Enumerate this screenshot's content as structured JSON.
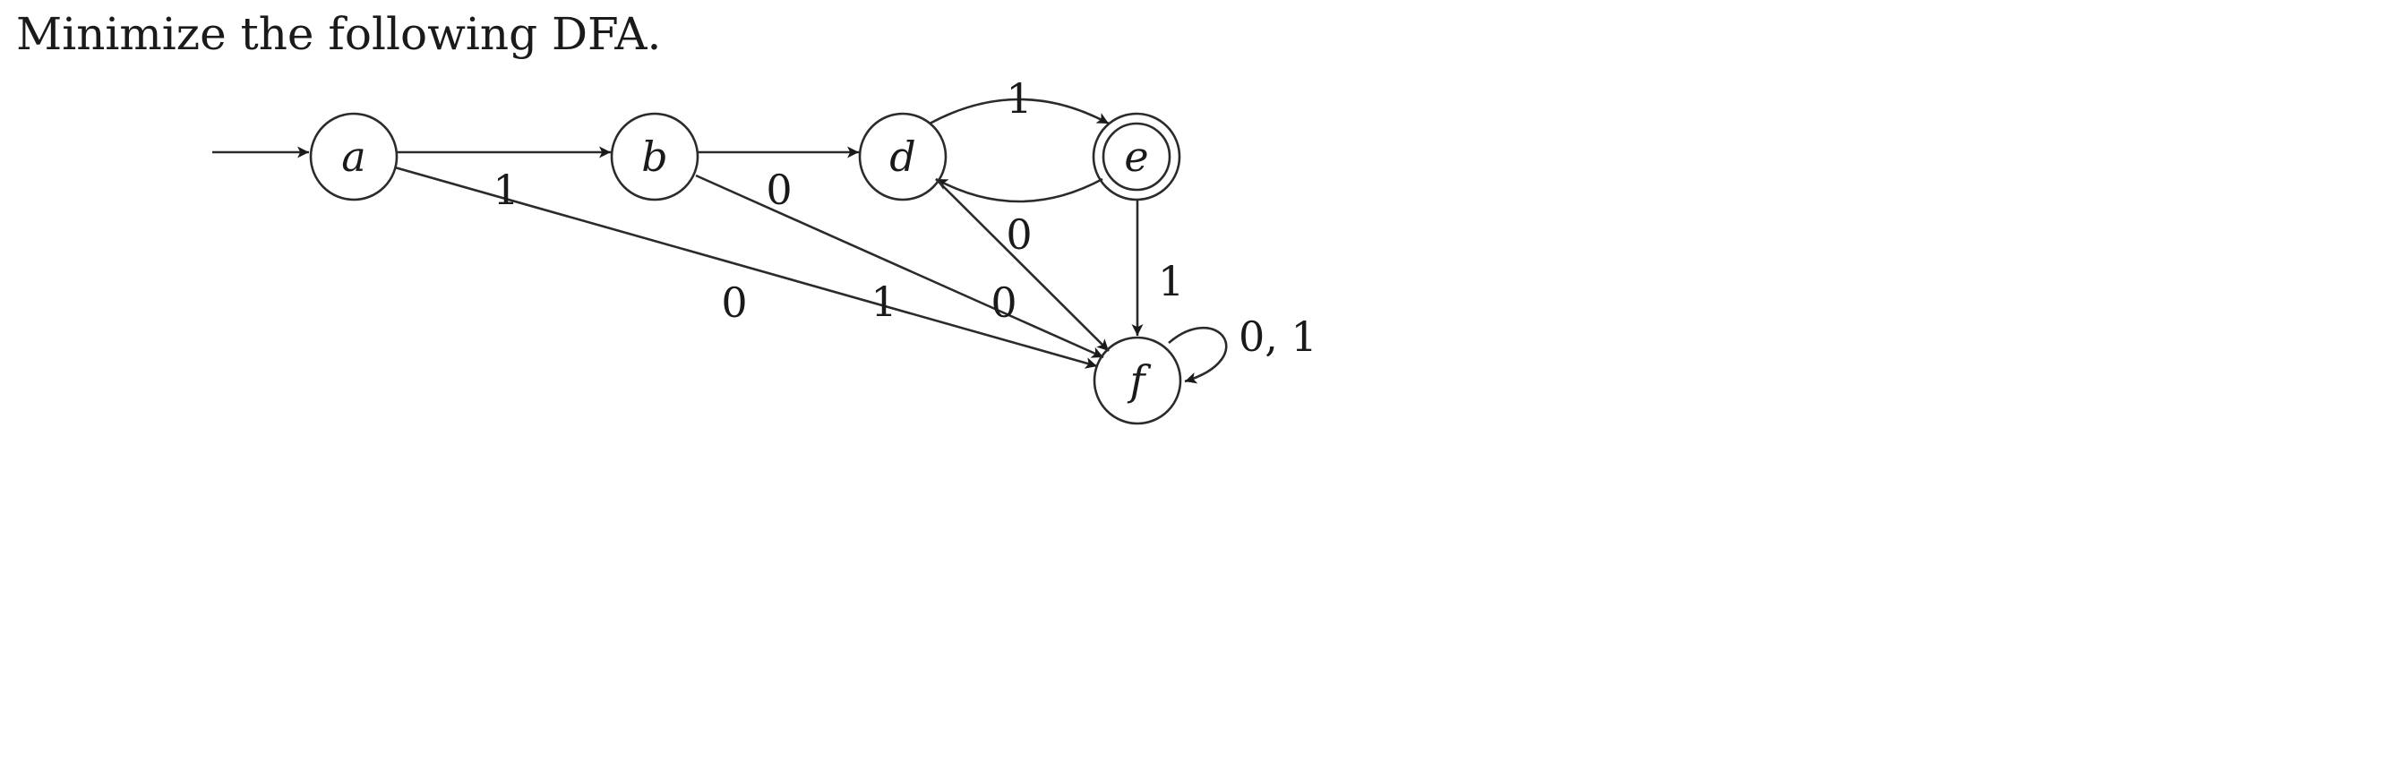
{
  "prompt": "Minimize the following DFA.",
  "dfa": {
    "start_state": "a",
    "states": [
      {
        "id": "a",
        "label": "a",
        "accepting": false
      },
      {
        "id": "b",
        "label": "b",
        "accepting": false
      },
      {
        "id": "d",
        "label": "d",
        "accepting": false
      },
      {
        "id": "e",
        "label": "e",
        "accepting": true
      },
      {
        "id": "f",
        "label": "f",
        "accepting": false
      }
    ],
    "transitions": [
      {
        "from": "a",
        "to": "b",
        "label": "1"
      },
      {
        "from": "a",
        "to": "f",
        "label": "0"
      },
      {
        "from": "b",
        "to": "d",
        "label": "0"
      },
      {
        "from": "b",
        "to": "f",
        "label": "1"
      },
      {
        "from": "d",
        "to": "e",
        "label": "1"
      },
      {
        "from": "e",
        "to": "d",
        "label": "0"
      },
      {
        "from": "d",
        "to": "f",
        "label": "0"
      },
      {
        "from": "e",
        "to": "f",
        "label": "1"
      },
      {
        "from": "f",
        "to": "f",
        "label": "0, 1"
      }
    ]
  }
}
